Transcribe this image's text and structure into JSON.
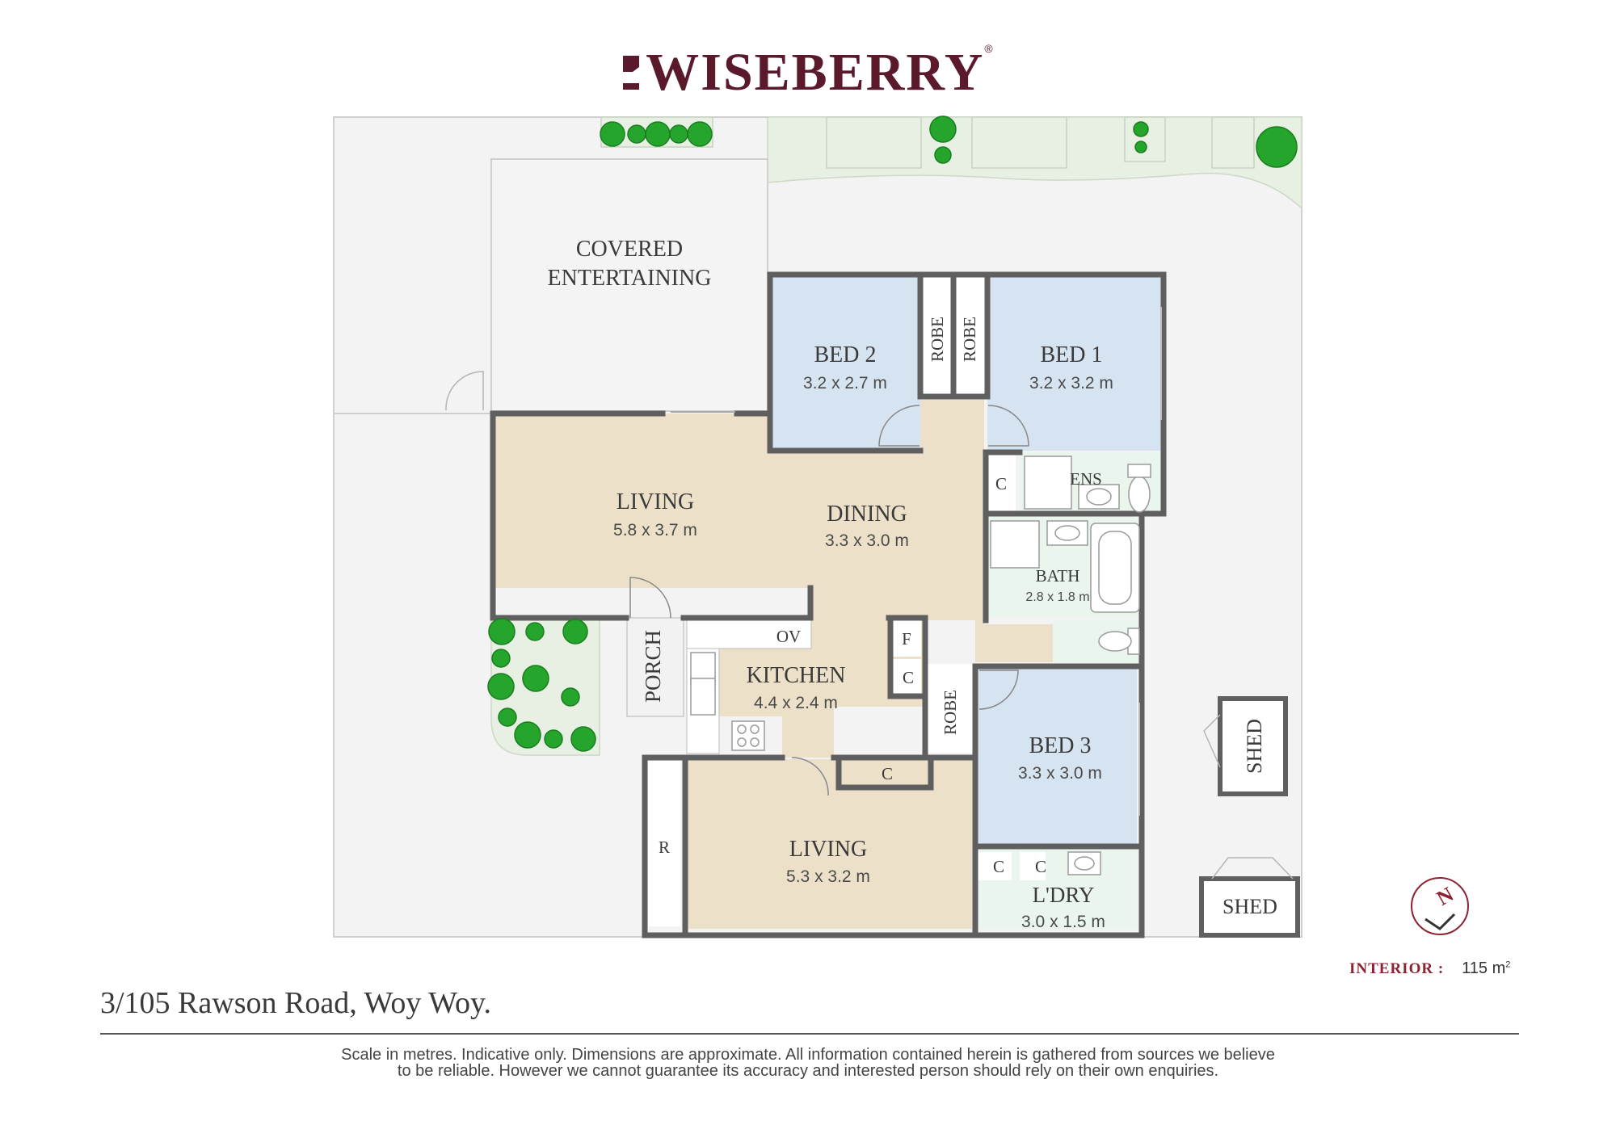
{
  "brand": {
    "name": "WISEBERRY",
    "registered": "®"
  },
  "rooms": {
    "covered_entertaining": {
      "line1": "COVERED",
      "line2": "ENTERTAINING"
    },
    "bed2": {
      "name": "BED 2",
      "dims": "3.2 x 2.7 m"
    },
    "bed1": {
      "name": "BED 1",
      "dims": "3.2 x 3.2 m"
    },
    "robe_bed2": "ROBE",
    "robe_bed1": "ROBE",
    "living_top": {
      "name": "LIVING",
      "dims": "5.8 x 3.7 m"
    },
    "dining": {
      "name": "DINING",
      "dims": "3.3 x 3.0 m"
    },
    "c_ens": "C",
    "ens": "ENS",
    "bath": {
      "name": "BATH",
      "dims": "2.8 x 1.8 m"
    },
    "porch": "PORCH",
    "ov": "OV",
    "fridge": "F",
    "c_kitchen": "C",
    "kitchen": {
      "name": "KITCHEN",
      "dims": "4.4 x 2.4 m"
    },
    "robe_bed3": "ROBE",
    "bed3": {
      "name": "BED 3",
      "dims": "3.3 x 3.0 m"
    },
    "c_hall": "C",
    "r_store": "R",
    "living_bottom": {
      "name": "LIVING",
      "dims": "5.3 x 3.2 m"
    },
    "c_ldry_1": "C",
    "c_ldry_2": "C",
    "laundry": {
      "name": "L'DRY",
      "dims": "3.0 x 1.5 m"
    },
    "shed_side": "SHED",
    "shed_bottom": "SHED"
  },
  "colors": {
    "brand": "#5a1a2b",
    "wall": "#5f5f5f",
    "bedroom_fill": "#d6e3f1",
    "living_fill": "#ede0c8",
    "wet_area_fill": "#eaf5ee",
    "garden_fill": "#e8f0e3",
    "outdoor_fill": "#f3f3f3",
    "plant_green": "#25a52b"
  },
  "compass_icon": "north-arrow-icon",
  "interior": {
    "label": "INTERIOR :",
    "value": "115 m",
    "unit_sup": "2"
  },
  "address": "3/105 Rawson Road, Woy Woy.",
  "disclaimer": {
    "line1": "Scale in metres. Indicative only. Dimensions are approximate. All information contained herein is gathered from sources we believe",
    "line2": "to be reliable. However we cannot guarantee its accuracy and interested person should rely on their own enquiries."
  }
}
